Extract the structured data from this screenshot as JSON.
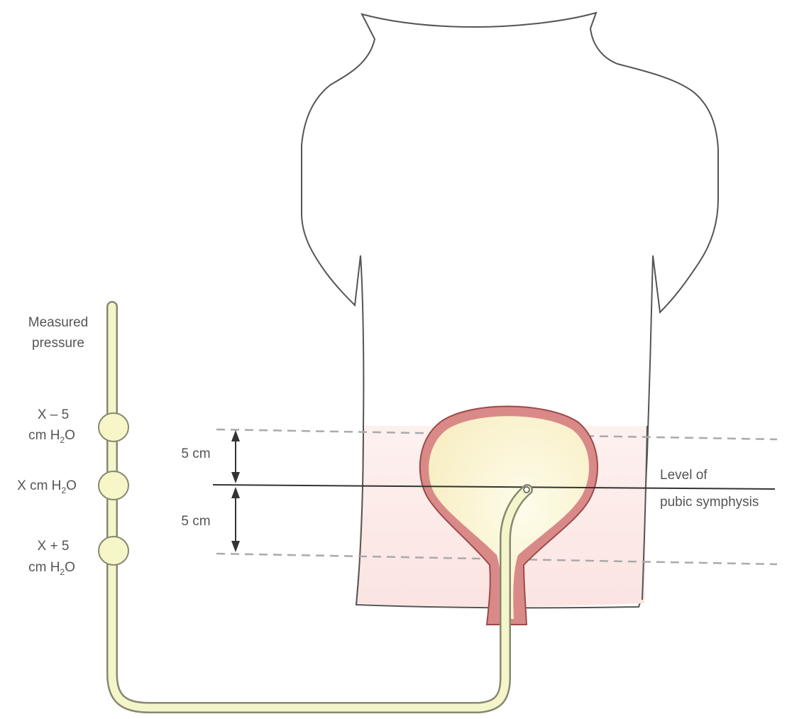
{
  "labels": {
    "measured_pressure_line1": "Measured",
    "measured_pressure_line2": "pressure",
    "upper_pressure_line1": "X – 5",
    "upper_pressure_line2_prefix": "cm H",
    "upper_pressure_line2_sub": "2",
    "upper_pressure_line2_suffix": "O",
    "middle_pressure_prefix": "X cm H",
    "middle_pressure_sub": "2",
    "middle_pressure_suffix": "O",
    "lower_pressure_line1": "X + 5",
    "lower_pressure_line2_prefix": "cm H",
    "lower_pressure_line2_sub": "2",
    "lower_pressure_line2_suffix": "O",
    "upper_distance": "5 cm",
    "lower_distance": "5 cm",
    "reference_level_line1": "Level of",
    "reference_level_line2": "pubic symphysis"
  },
  "colors": {
    "outline": "#555555",
    "torso_fill": "#ffffff",
    "pelvic_band": "#fbe7e6",
    "bladder_wall": "#d98a88",
    "bladder_wall_stroke": "#9c4a48",
    "bladder_inner": "#fdf8d8",
    "tube_fill": "#f5f5cc",
    "tube_stroke": "#888870",
    "bubble_fill": "#f6f6c8",
    "dashed_line": "#aaaaaa",
    "level_line": "#333333"
  }
}
